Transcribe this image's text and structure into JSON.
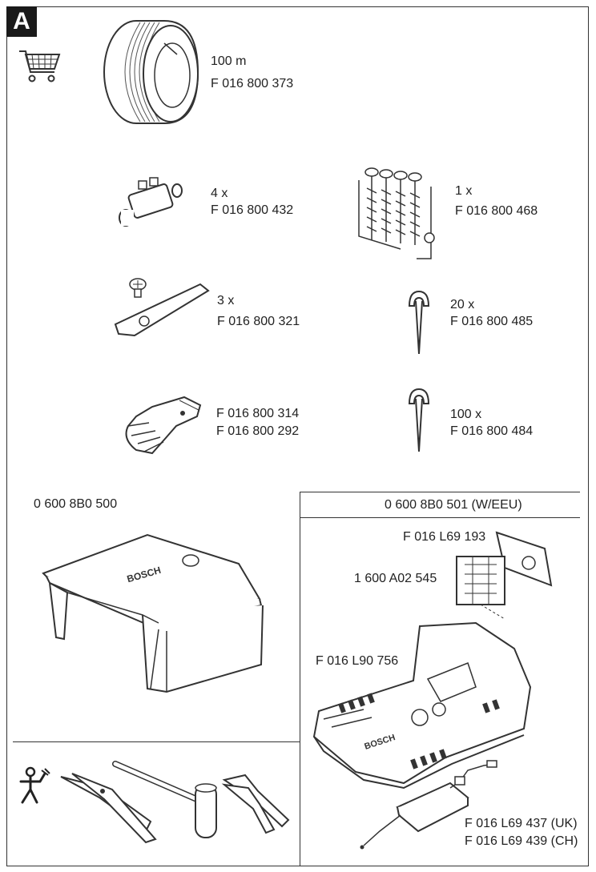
{
  "section_letter": "A",
  "items": {
    "wire": {
      "qty": "100 m",
      "part": "F 016 800 373"
    },
    "connector": {
      "qty": "4 x",
      "part": "F 016 800 432"
    },
    "screws": {
      "qty": "1 x",
      "part": "F 016 800 468"
    },
    "blades": {
      "qty": "3 x",
      "part": "F 016 800 321"
    },
    "pegs20": {
      "qty": "20 x",
      "part": "F 016 800 485"
    },
    "gloves": {
      "part1": "F 016 800 314",
      "part2": "F 016 800 292"
    },
    "pegs100": {
      "qty": "100 x",
      "part": "F 016 800 484"
    },
    "garage": {
      "part": "0 600 8B0 500"
    },
    "wall_header": {
      "part": "0 600 8B0 501 (W/EEU)"
    },
    "wall_cover": {
      "part": "F 016 L69 193"
    },
    "wall_mount": {
      "part": "1 600 A02 545"
    },
    "station": {
      "part": "F 016 L90 756"
    },
    "psu": {
      "part_uk": "F 016 L69 437 (UK)",
      "part_ch": "F 016 L69 439 (CH)"
    }
  },
  "icons": [
    "shopping-cart-icon",
    "person-tools-icon"
  ]
}
